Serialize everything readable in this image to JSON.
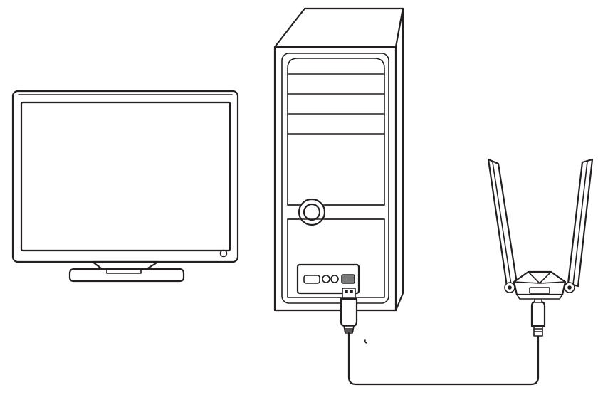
{
  "diagram": {
    "components": [
      {
        "id": "monitor",
        "icon": "monitor-icon"
      },
      {
        "id": "desktop-tower",
        "icon": "computer-tower-icon"
      },
      {
        "id": "usb-cable",
        "icon": "usb-cable-icon"
      },
      {
        "id": "wifi-adapter",
        "icon": "usb-wifi-adapter-icon"
      }
    ],
    "connections": [
      {
        "from": "desktop-tower",
        "to": "wifi-adapter",
        "via": "usb-cable"
      }
    ],
    "colors": {
      "line": "#231f20",
      "background": "#ffffff",
      "port_fill": "#7a7a7a"
    }
  }
}
